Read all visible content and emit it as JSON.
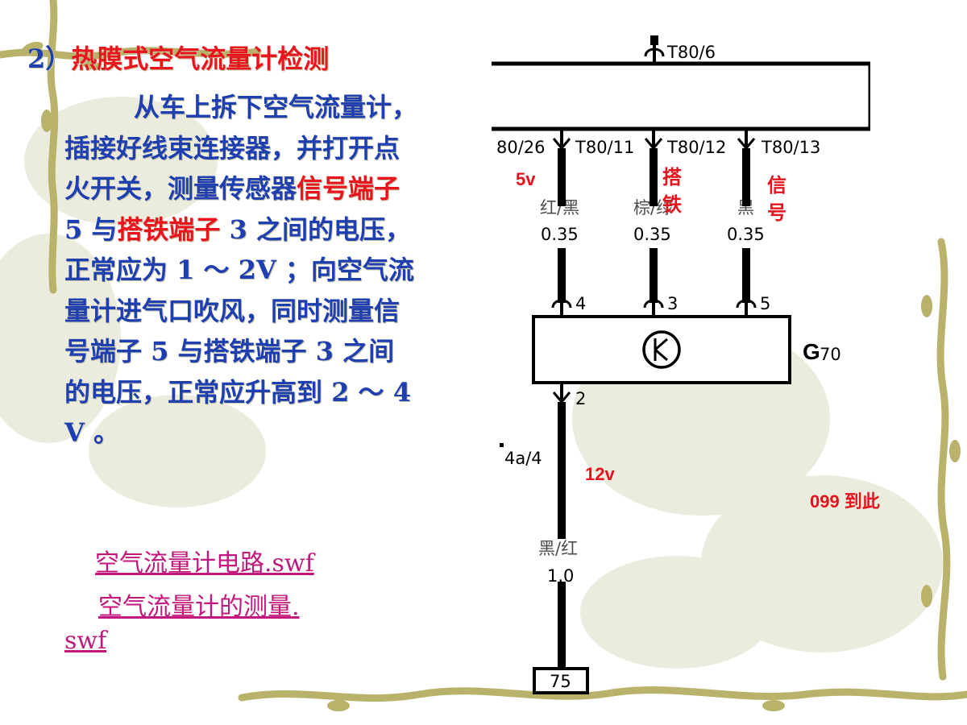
{
  "heading": {
    "number": "2）",
    "title": "热膜式空气流量计检测"
  },
  "body": {
    "p1": "从车上拆下空气流量计，插接好线束连接器，并打开点火开关，测量传感器",
    "hl1": "信号端子",
    "p2": " 5 与",
    "hl2": "搭铁端子",
    "p3": " 3 之间的电压，正常应为 1 ～ 2V ；向空气流量计进气口吹风，同时测量信号端子 5 与搭铁端子 3 之间的电压，正常应升高到 2 ～ 4 V 。"
  },
  "links": {
    "circuit": "空气流量计电路.swf",
    "measure_1": "空气流量计的测量.",
    "measure_2": "swf"
  },
  "schematic": {
    "top_connector": "T80/6",
    "pins_top": [
      "80/26",
      "T80/11",
      "T80/12",
      "T80/13"
    ],
    "wire_color_1": "红/黑",
    "wire_color_2": "棕/绿",
    "wire_color_3": "黑",
    "wire_color_4": "黑/红",
    "gauge_small": "0.35",
    "gauge_large": "1.0",
    "pins_sensor": [
      "4",
      "3",
      "5"
    ],
    "pin_bottom": "2",
    "component_letter": "G",
    "component_number": "70",
    "junction": "4a/4",
    "terminal": "75"
  },
  "annotations": {
    "v5": "5v",
    "ground": "搭铁",
    "signal": "信号",
    "v12": "12v",
    "note": "099 到此"
  },
  "colors": {
    "heading_blue": "#1f3fb0",
    "highlight_red": "#e8151f",
    "link_magenta": "#c0187c",
    "annotation_red": "#e3141e"
  }
}
